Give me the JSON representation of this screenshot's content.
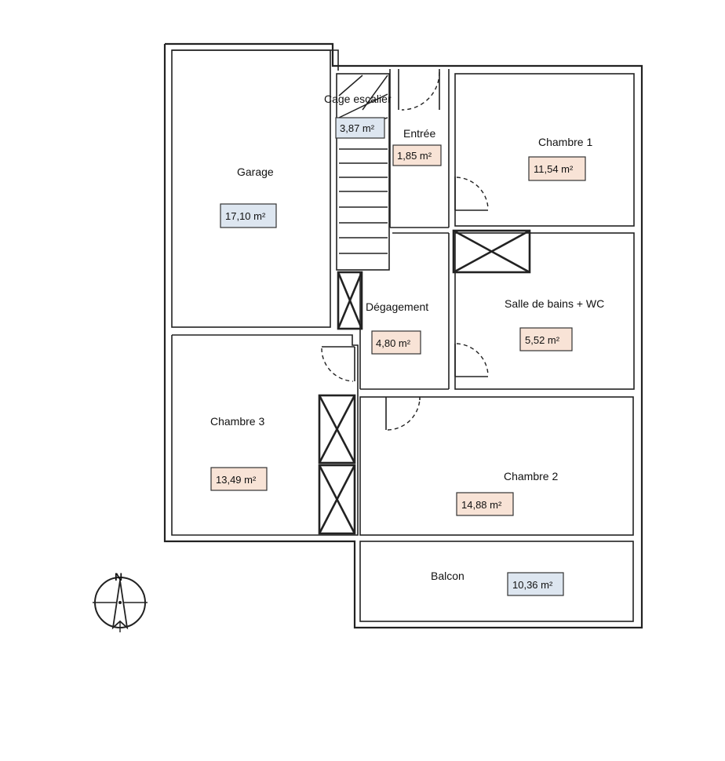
{
  "rooms": {
    "cage_escalier": {
      "name": "Cage escalier",
      "area": "3,87 m²",
      "area_color": "#dde6f0"
    },
    "entree": {
      "name": "Entrée",
      "area": "1,85 m²",
      "area_color": "#f8e3d6"
    },
    "chambre1": {
      "name": "Chambre 1",
      "area": "11,54 m²",
      "area_color": "#f8e3d6"
    },
    "garage": {
      "name": "Garage",
      "area": "17,10 m²",
      "area_color": "#dde6f0"
    },
    "degagement": {
      "name": "Dégagement",
      "area": "4,80 m²",
      "area_color": "#f8e3d6"
    },
    "salle_de_bains": {
      "name": "Salle de bains + WC",
      "area": "5,52 m²",
      "area_color": "#f8e3d6"
    },
    "chambre3": {
      "name": "Chambre 3",
      "area": "13,49 m²",
      "area_color": "#f8e3d6"
    },
    "chambre2": {
      "name": "Chambre 2",
      "area": "14,88 m²",
      "area_color": "#f8e3d6"
    },
    "balcon": {
      "name": "Balcon",
      "area": "10,36 m²",
      "area_color": "#dde6f0"
    }
  },
  "compass": {
    "north_label": "N"
  }
}
